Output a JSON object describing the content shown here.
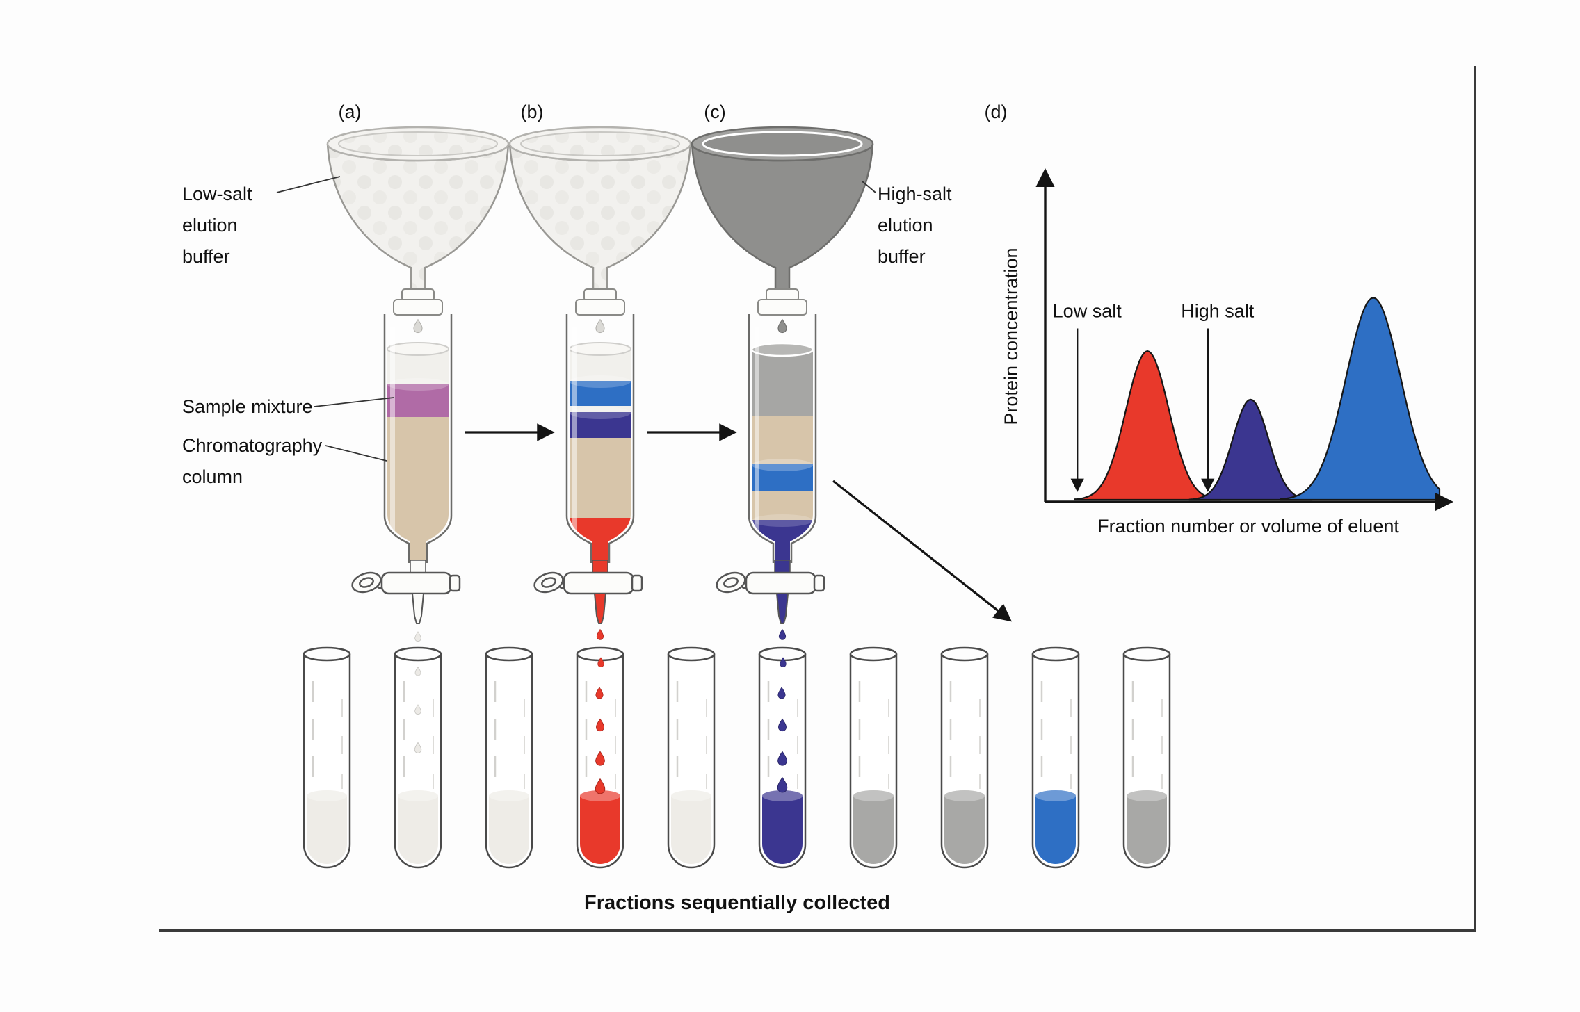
{
  "panels": {
    "a": {
      "label": "(a)"
    },
    "b": {
      "label": "(b)"
    },
    "c": {
      "label": "(c)"
    },
    "d": {
      "label": "(d)"
    }
  },
  "annotations": {
    "low_salt_buffer": [
      "Low-salt",
      "elution",
      "buffer"
    ],
    "high_salt_buffer": [
      "High-salt",
      "elution",
      "buffer"
    ],
    "sample_mixture": "Sample mixture",
    "chromatography_column": [
      "Chromatography",
      "column"
    ]
  },
  "figure": {
    "caption": "Fractions sequentially collected"
  },
  "colors": {
    "resin_tan": "#d7c5aa",
    "sample_purple": "#b06ba6",
    "red_protein": "#e8392b",
    "dark_blue_protein": "#3b3690",
    "blue_protein": "#2e6fc4",
    "low_salt_buffer_fill": "#f2f1ee",
    "high_salt_buffer_fill": "#8f8f8d",
    "high_salt_column_band": "#a6a6a4"
  },
  "tubes": [
    {
      "fill": "#eeece7"
    },
    {
      "fill": "#eeece7"
    },
    {
      "fill": "#eeece7"
    },
    {
      "fill": "#e8392b"
    },
    {
      "fill": "#eeece7"
    },
    {
      "fill": "#3b3690"
    },
    {
      "fill": "#a8a8a6"
    },
    {
      "fill": "#a8a8a6"
    },
    {
      "fill": "#2e6fc4"
    },
    {
      "fill": "#a8a8a6"
    }
  ],
  "chart_data": {
    "type": "area",
    "title": "",
    "xlabel": "Fraction number or volume of eluent",
    "ylabel": "Protein concentration",
    "grid": false,
    "x_axis_ticks": [],
    "annotations": [
      {
        "text": "Low salt",
        "x": 0.07
      },
      {
        "text": "High salt",
        "x": 0.405
      }
    ],
    "series": [
      {
        "name": "red protein peak",
        "color": "#e8392b",
        "center": 0.25,
        "sigma": 0.055,
        "height": 0.46
      },
      {
        "name": "dark blue protein peak",
        "color": "#3b3690",
        "center": 0.515,
        "sigma": 0.046,
        "height": 0.31
      },
      {
        "name": "blue protein peak",
        "color": "#2e6fc4",
        "center": 0.83,
        "sigma": 0.07,
        "height": 0.625
      }
    ]
  }
}
